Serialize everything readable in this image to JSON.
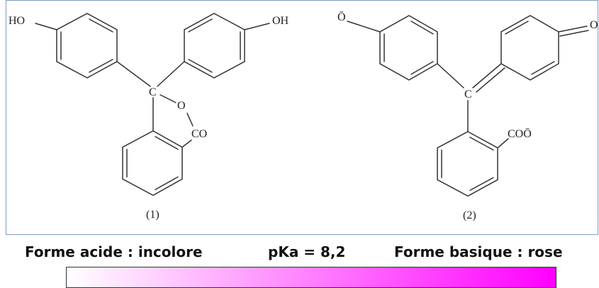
{
  "molecules": {
    "acid_form": {
      "number_label": "(1)",
      "atom_labels": {
        "ho_left": "HO",
        "oh_right": "OH",
        "central_c": "C",
        "ring_o": "O",
        "co": "CO"
      }
    },
    "basic_form": {
      "number_label": "(2)",
      "atom_labels": {
        "o_minus": "Ō",
        "oxo": "O",
        "central_c": "C",
        "carboxylate": "COŌ"
      }
    }
  },
  "captions": {
    "acid": "Forme acide : incolore",
    "pka": "pKa = 8,2",
    "basic": "Forme basique : rose"
  },
  "gradient": {
    "start_color": "#ffffff",
    "end_color": "#ff00ff"
  },
  "colors": {
    "frame_border": "#7f9bbd",
    "bond": "#333333"
  }
}
